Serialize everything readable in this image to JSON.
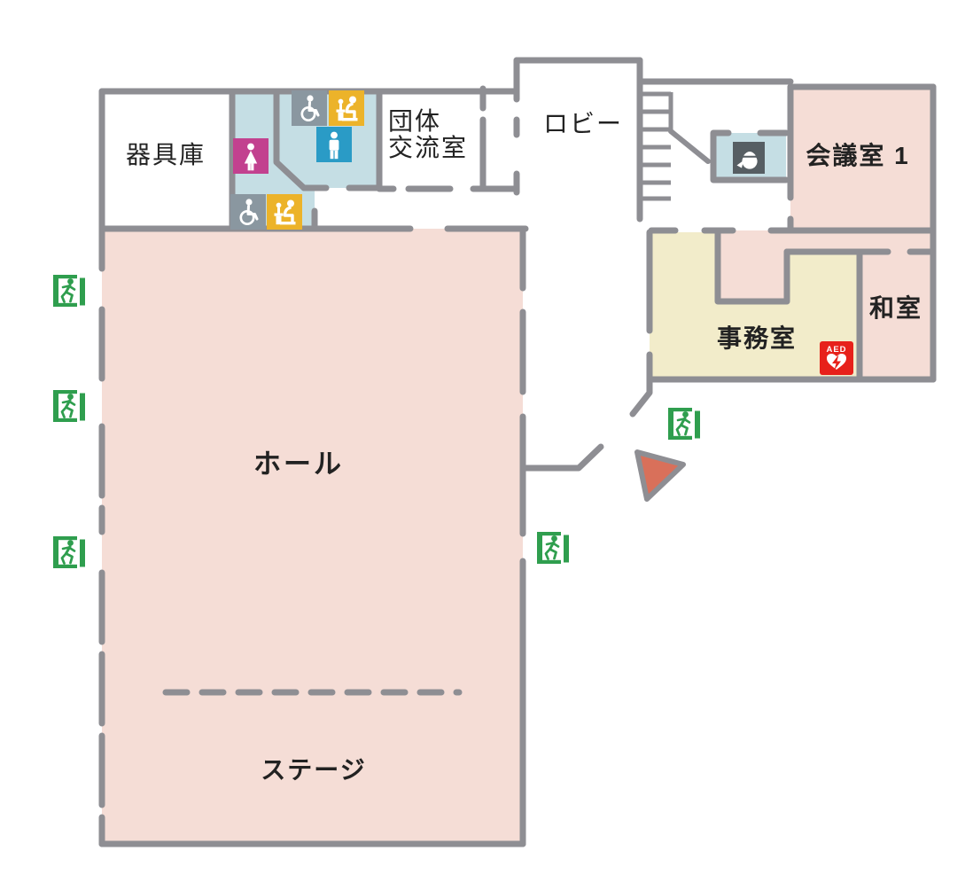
{
  "floor_plan": {
    "type": "building-floor-guide-map",
    "rooms": {
      "equipment_storage": {
        "label": "器具庫"
      },
      "group_exchange_room": {
        "label_line1": "団体",
        "label_line2": "交流室"
      },
      "lobby": {
        "label": "ロビー"
      },
      "meeting_room_1": {
        "label": "会議室 1"
      },
      "office": {
        "label": "事務室"
      },
      "japanese_room": {
        "label": "和室"
      },
      "hall": {
        "label": "ホール"
      },
      "stage": {
        "label": "ステージ"
      }
    },
    "icons": {
      "aed": {
        "label": "AED",
        "meaning": "automated external defibrillator"
      },
      "emergency_exit": {
        "meaning": "emergency exit",
        "count": 5
      },
      "accessible_restroom": {
        "meaning": "wheelchair accessible restroom",
        "count": 2
      },
      "baby_care": {
        "meaning": "baby care / diaper changing",
        "count": 2
      },
      "womens_restroom": {
        "meaning": "women's restroom"
      },
      "mens_restroom": {
        "meaning": "men's restroom"
      },
      "hot_water_station": {
        "meaning": "kitchenette / kettle"
      },
      "stairs": {
        "meaning": "staircase"
      },
      "entrance_marker": {
        "meaning": "entrance direction triangle"
      }
    },
    "colors": {
      "wall_gray": "#8e8e93",
      "room_pink": "#f5ddd6",
      "room_cream": "#f2ecca",
      "restroom_blue": "#c5dee4",
      "exit_green": "#2f9e4e",
      "women_magenta": "#c2418f",
      "baby_yellow": "#ecb32a",
      "accessible_gray": "#8a97a0",
      "men_blue": "#2a9bc6",
      "kettle_dark": "#565e63",
      "aed_red": "#e7211a",
      "marker_orange": "#d9705a"
    }
  }
}
